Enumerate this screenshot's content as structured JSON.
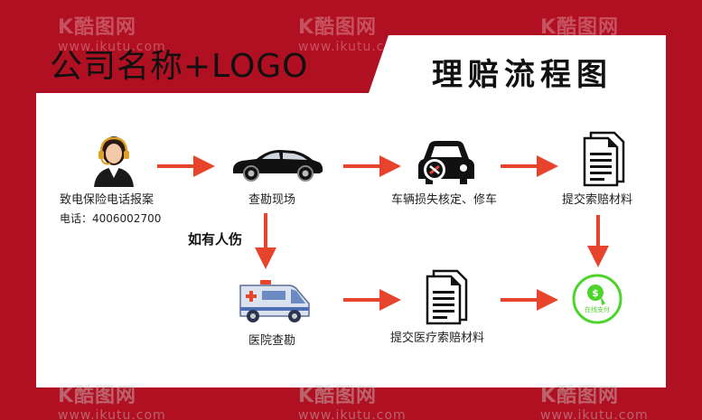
{
  "header": {
    "company": "公司名称+LOGO",
    "flow_title": "理赔流程图"
  },
  "watermark": {
    "brand": "K酷图网",
    "url": "www.ikutu.com"
  },
  "steps": {
    "report": "致电保险电话报案",
    "survey": "查勘现场",
    "repair": "车辆损失核定、修车",
    "submit_materials": "提交索赔材料",
    "hospital": "医院查勘",
    "submit_medical": "提交医疗索赔材料",
    "pay_badge": "在线支付"
  },
  "phone": "电话：4006002700",
  "branch_label": "如有人伤",
  "colors": {
    "background": "#b10f22",
    "arrow": "#e8442d",
    "accent_pink": "#e23a6e",
    "pay_green": "#4cd42a"
  }
}
